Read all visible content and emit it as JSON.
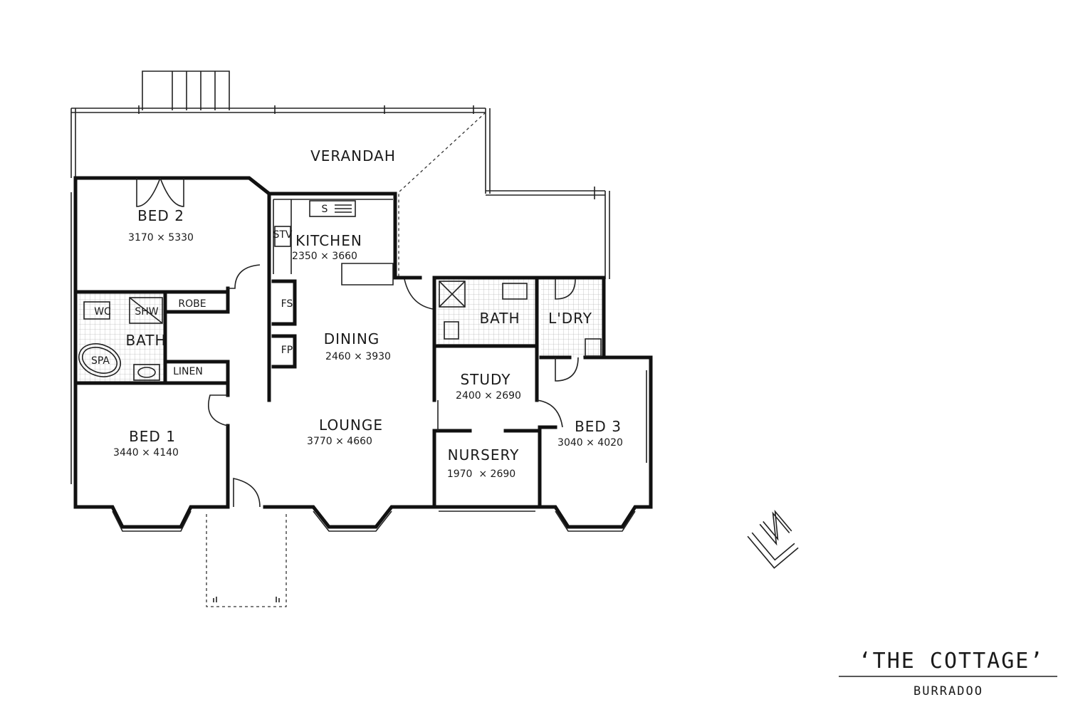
{
  "rooms": {
    "verandah": {
      "name": "VERANDAH"
    },
    "bed2": {
      "name": "BED 2",
      "dims": "3170 × 5330"
    },
    "kitchen": {
      "name": "KITCHEN",
      "dims": "2350 × 3660"
    },
    "bath_main": {
      "name": "BATH"
    },
    "robe": {
      "name": "ROBE"
    },
    "linen": {
      "name": "LINEN"
    },
    "dining": {
      "name": "DINING",
      "dims": "2460 × 3930"
    },
    "lounge": {
      "name": "LOUNGE",
      "dims": "3770 × 4660"
    },
    "bed1": {
      "name": "BED 1",
      "dims": "3440 × 4140"
    },
    "bath2": {
      "name": "BATH"
    },
    "laundry": {
      "name": "L'DRY"
    },
    "study": {
      "name": "STUDY",
      "dims": "2400 × 2690"
    },
    "nursery": {
      "name": "NURSERY",
      "dims": "1970  × 2690"
    },
    "bed3": {
      "name": "BED 3",
      "dims": "3040 × 4020"
    }
  },
  "fixtures": {
    "wc": "WC",
    "shower": "SHW",
    "spa": "SPA",
    "stove": "STV",
    "sink": "S",
    "fridge_space": "FS",
    "fireplace": "FP"
  },
  "title_block": {
    "title": "‘THE COTTAGE’",
    "subtitle": "BURRADOO"
  }
}
